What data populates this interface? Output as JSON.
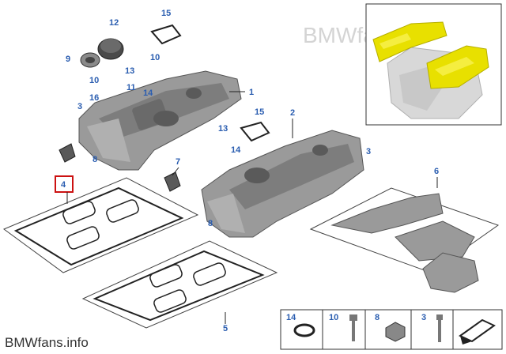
{
  "watermark_top": "BMWfans.info",
  "watermark_bottom": "BMWfans.info",
  "callouts": {
    "c1": "1",
    "c2": "2",
    "c3a": "3",
    "c3b": "3",
    "c4": "4",
    "c5": "5",
    "c6": "6",
    "c7": "7",
    "c8a": "8",
    "c8b": "8",
    "c9": "9",
    "c10a": "10",
    "c10b": "10",
    "c11": "11",
    "c12": "12",
    "c13a": "13",
    "c13b": "13",
    "c14a": "14",
    "c14b": "14",
    "c15a": "15",
    "c15b": "15",
    "c16": "16"
  },
  "legend": {
    "items": [
      {
        "label": "14"
      },
      {
        "label": "10"
      },
      {
        "label": "8"
      },
      {
        "label": "3"
      }
    ]
  },
  "colors": {
    "callout_blue": "#2a5db0",
    "highlight_red": "#cc1111",
    "engine_yellow": "#e8e000",
    "part_gray": "#8a8a8a"
  }
}
